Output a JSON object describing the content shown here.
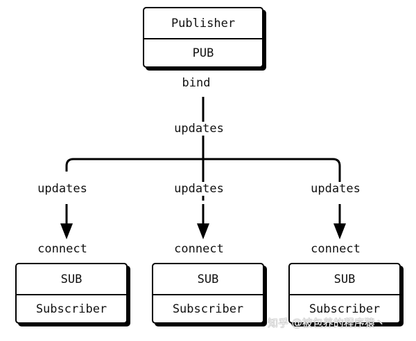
{
  "publisher": {
    "name": "Publisher",
    "socket": "PUB"
  },
  "bind_label": "bind",
  "updates_label": "updates",
  "subscribers": [
    {
      "socket": "SUB",
      "name": "Subscriber",
      "edge_label": "updates",
      "connect_label": "connect"
    },
    {
      "socket": "SUB",
      "name": "Subscriber",
      "edge_label": "updates",
      "connect_label": "connect"
    },
    {
      "socket": "SUB",
      "name": "Subscriber",
      "edge_label": "updates",
      "connect_label": "connect"
    }
  ],
  "watermark": "知乎 @被包养的程序猿丶"
}
